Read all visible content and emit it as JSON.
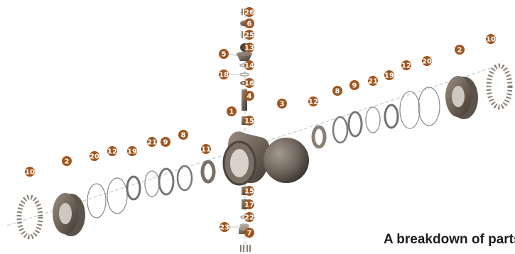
{
  "caption": "A breakdown of parts",
  "badge_color": "#a0561f",
  "callouts": [
    {
      "number": "26",
      "part": "bolt-set"
    },
    {
      "number": "6",
      "part": "stem-washer"
    },
    {
      "number": "25",
      "part": "screw-set"
    },
    {
      "number": "13",
      "part": "stem-nut"
    },
    {
      "number": "5",
      "part": "gland-flange"
    },
    {
      "number": "14",
      "part": "gland-ring"
    },
    {
      "number": "18",
      "part": "packing-ring"
    },
    {
      "number": "16",
      "part": "o-ring"
    },
    {
      "number": "4",
      "part": "stem"
    },
    {
      "number": "1",
      "part": "body"
    },
    {
      "number": "3",
      "part": "ball"
    },
    {
      "number": "15",
      "part": "bearing-upper"
    },
    {
      "number": "15",
      "part": "bearing-lower"
    },
    {
      "number": "17",
      "part": "trunnion"
    },
    {
      "number": "22",
      "part": "washer"
    },
    {
      "number": "23",
      "part": "bottom-bolts"
    },
    {
      "number": "7",
      "part": "bottom-cover"
    },
    {
      "number": "11",
      "part": "seat-ring-left"
    },
    {
      "number": "12",
      "part": "seat-ring-right"
    },
    {
      "number": "10",
      "part": "flange-bolts-left"
    },
    {
      "number": "2",
      "part": "end-cap-left"
    },
    {
      "number": "20",
      "part": "gasket-left"
    },
    {
      "number": "12",
      "part": "seal-left"
    },
    {
      "number": "19",
      "part": "ring-left"
    },
    {
      "number": "21",
      "part": "spring-left"
    },
    {
      "number": "9",
      "part": "retainer-left"
    },
    {
      "number": "8",
      "part": "seal-ring-left"
    },
    {
      "number": "8",
      "part": "seal-ring-right"
    },
    {
      "number": "9",
      "part": "retainer-right"
    },
    {
      "number": "21",
      "part": "spring-right"
    },
    {
      "number": "19",
      "part": "ring-right"
    },
    {
      "number": "12",
      "part": "seal-right"
    },
    {
      "number": "20",
      "part": "gasket-right"
    },
    {
      "number": "2",
      "part": "end-cap-right"
    },
    {
      "number": "10",
      "part": "flange-bolts-right"
    }
  ]
}
